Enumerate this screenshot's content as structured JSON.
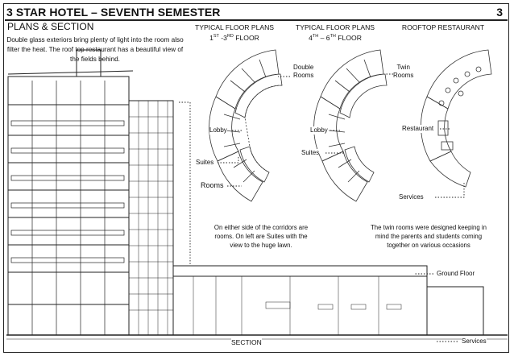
{
  "header": {
    "title": "3 STAR HOTEL – SEVENTH SEMESTER",
    "page_number": "3"
  },
  "section_title": "PLANS & SECTION",
  "intro_text": "Double glass  exteriors bring plenty of light into the room  also filter the heat. The roof top restaurant has a beautiful view of the fields behind.",
  "plans": {
    "plan1": {
      "title_line1": "TYPICAL FLOOR PLANS",
      "title_line2_a": "1",
      "title_line2_sup1": "ST",
      "title_line2_b": " -3",
      "title_line2_sup2": "RD",
      "title_line2_c": " FLOOR"
    },
    "plan2": {
      "title_line1": "TYPICAL FLOOR PLANS",
      "title_line2_a": "4",
      "title_line2_sup1": "TH",
      "title_line2_b": " – 6",
      "title_line2_sup2": "TH",
      "title_line2_c": " FLOOR"
    },
    "plan3": {
      "title_line1": "ROOFTOP RESTAURANT"
    }
  },
  "labels": {
    "double_rooms": [
      "Double",
      "Rooms"
    ],
    "twin_rooms": [
      "Twin",
      "Rooms"
    ],
    "lobby_1": "Lobby",
    "lobby_2": "Lobby",
    "suites_1": "Suites",
    "suites_2": "Suites",
    "rooms": "Rooms",
    "restaurant": "Restaurant",
    "services_plan": "Services",
    "ground_floor": "Ground Floor",
    "services_section": "Services",
    "section": "SECTION"
  },
  "notes": {
    "left": [
      "On either side of the corridors are",
      "rooms. On left are Suites with the",
      "view to the huge lawn."
    ],
    "right": [
      "The twin rooms were designed keeping in",
      "mind the parents and students coming",
      "together on various occasions"
    ]
  }
}
